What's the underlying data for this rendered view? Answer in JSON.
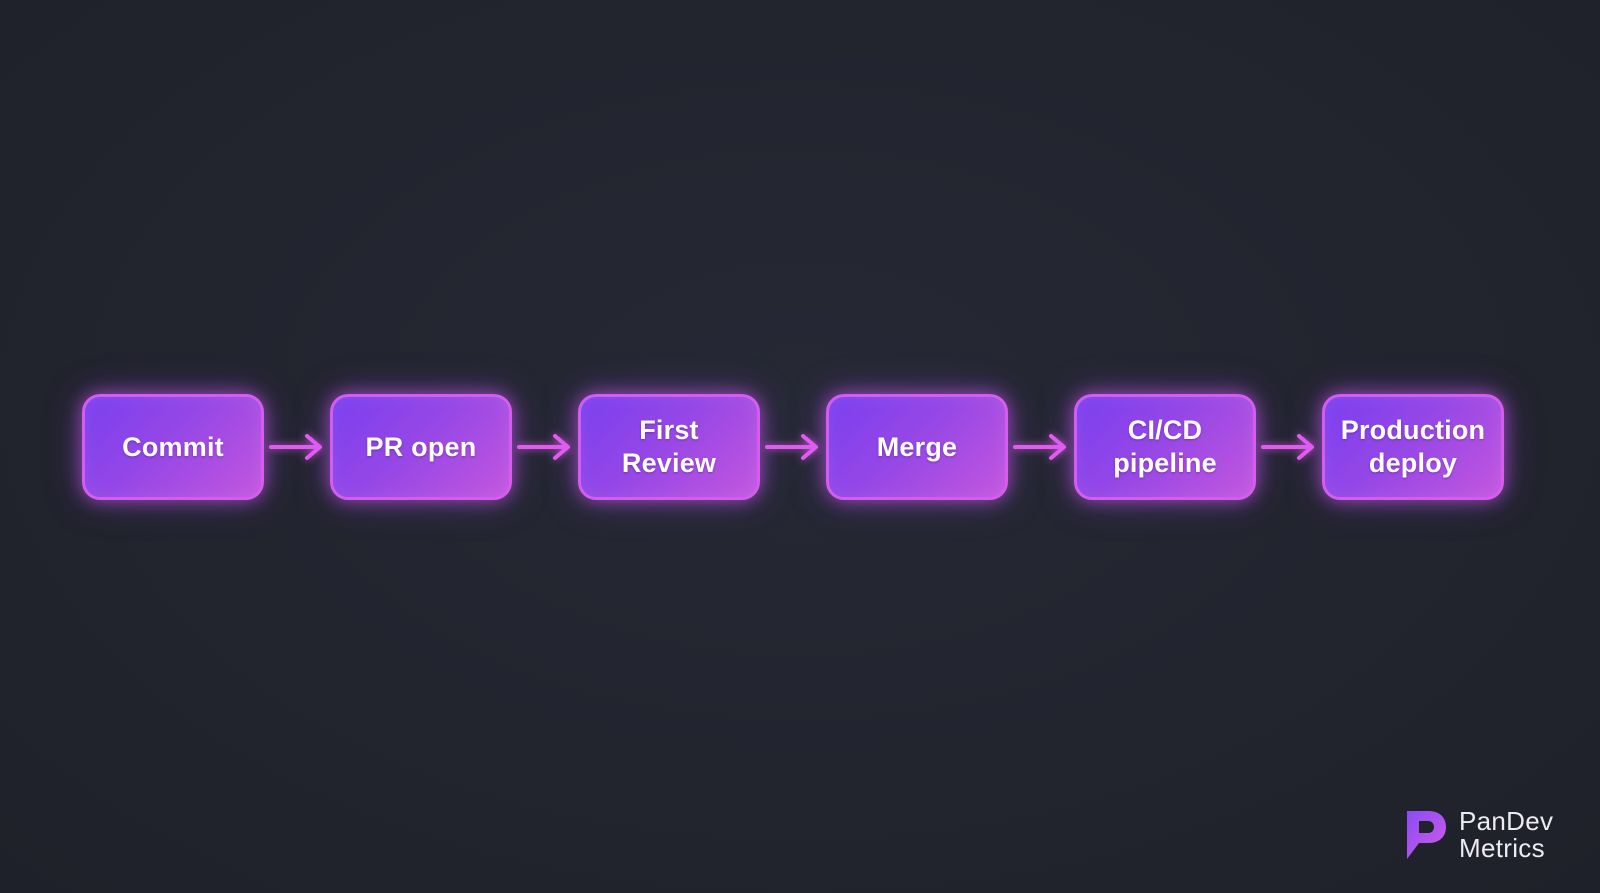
{
  "diagram": {
    "steps": [
      {
        "label": "Commit"
      },
      {
        "label": "PR open"
      },
      {
        "label": "First\nReview"
      },
      {
        "label": "Merge"
      },
      {
        "label": "CI/CD\npipeline"
      },
      {
        "label": "Production\ndeploy"
      }
    ],
    "colors": {
      "background": "#22242e",
      "node_border": "#d65cf0",
      "node_fill_start": "#7a3ff0",
      "node_fill_end": "#c356df",
      "arrow": "#e05cf0",
      "text": "#ffffff"
    }
  },
  "brand": {
    "line1": "PanDev",
    "line2": "Metrics",
    "icon": "pandev-logo-icon"
  }
}
